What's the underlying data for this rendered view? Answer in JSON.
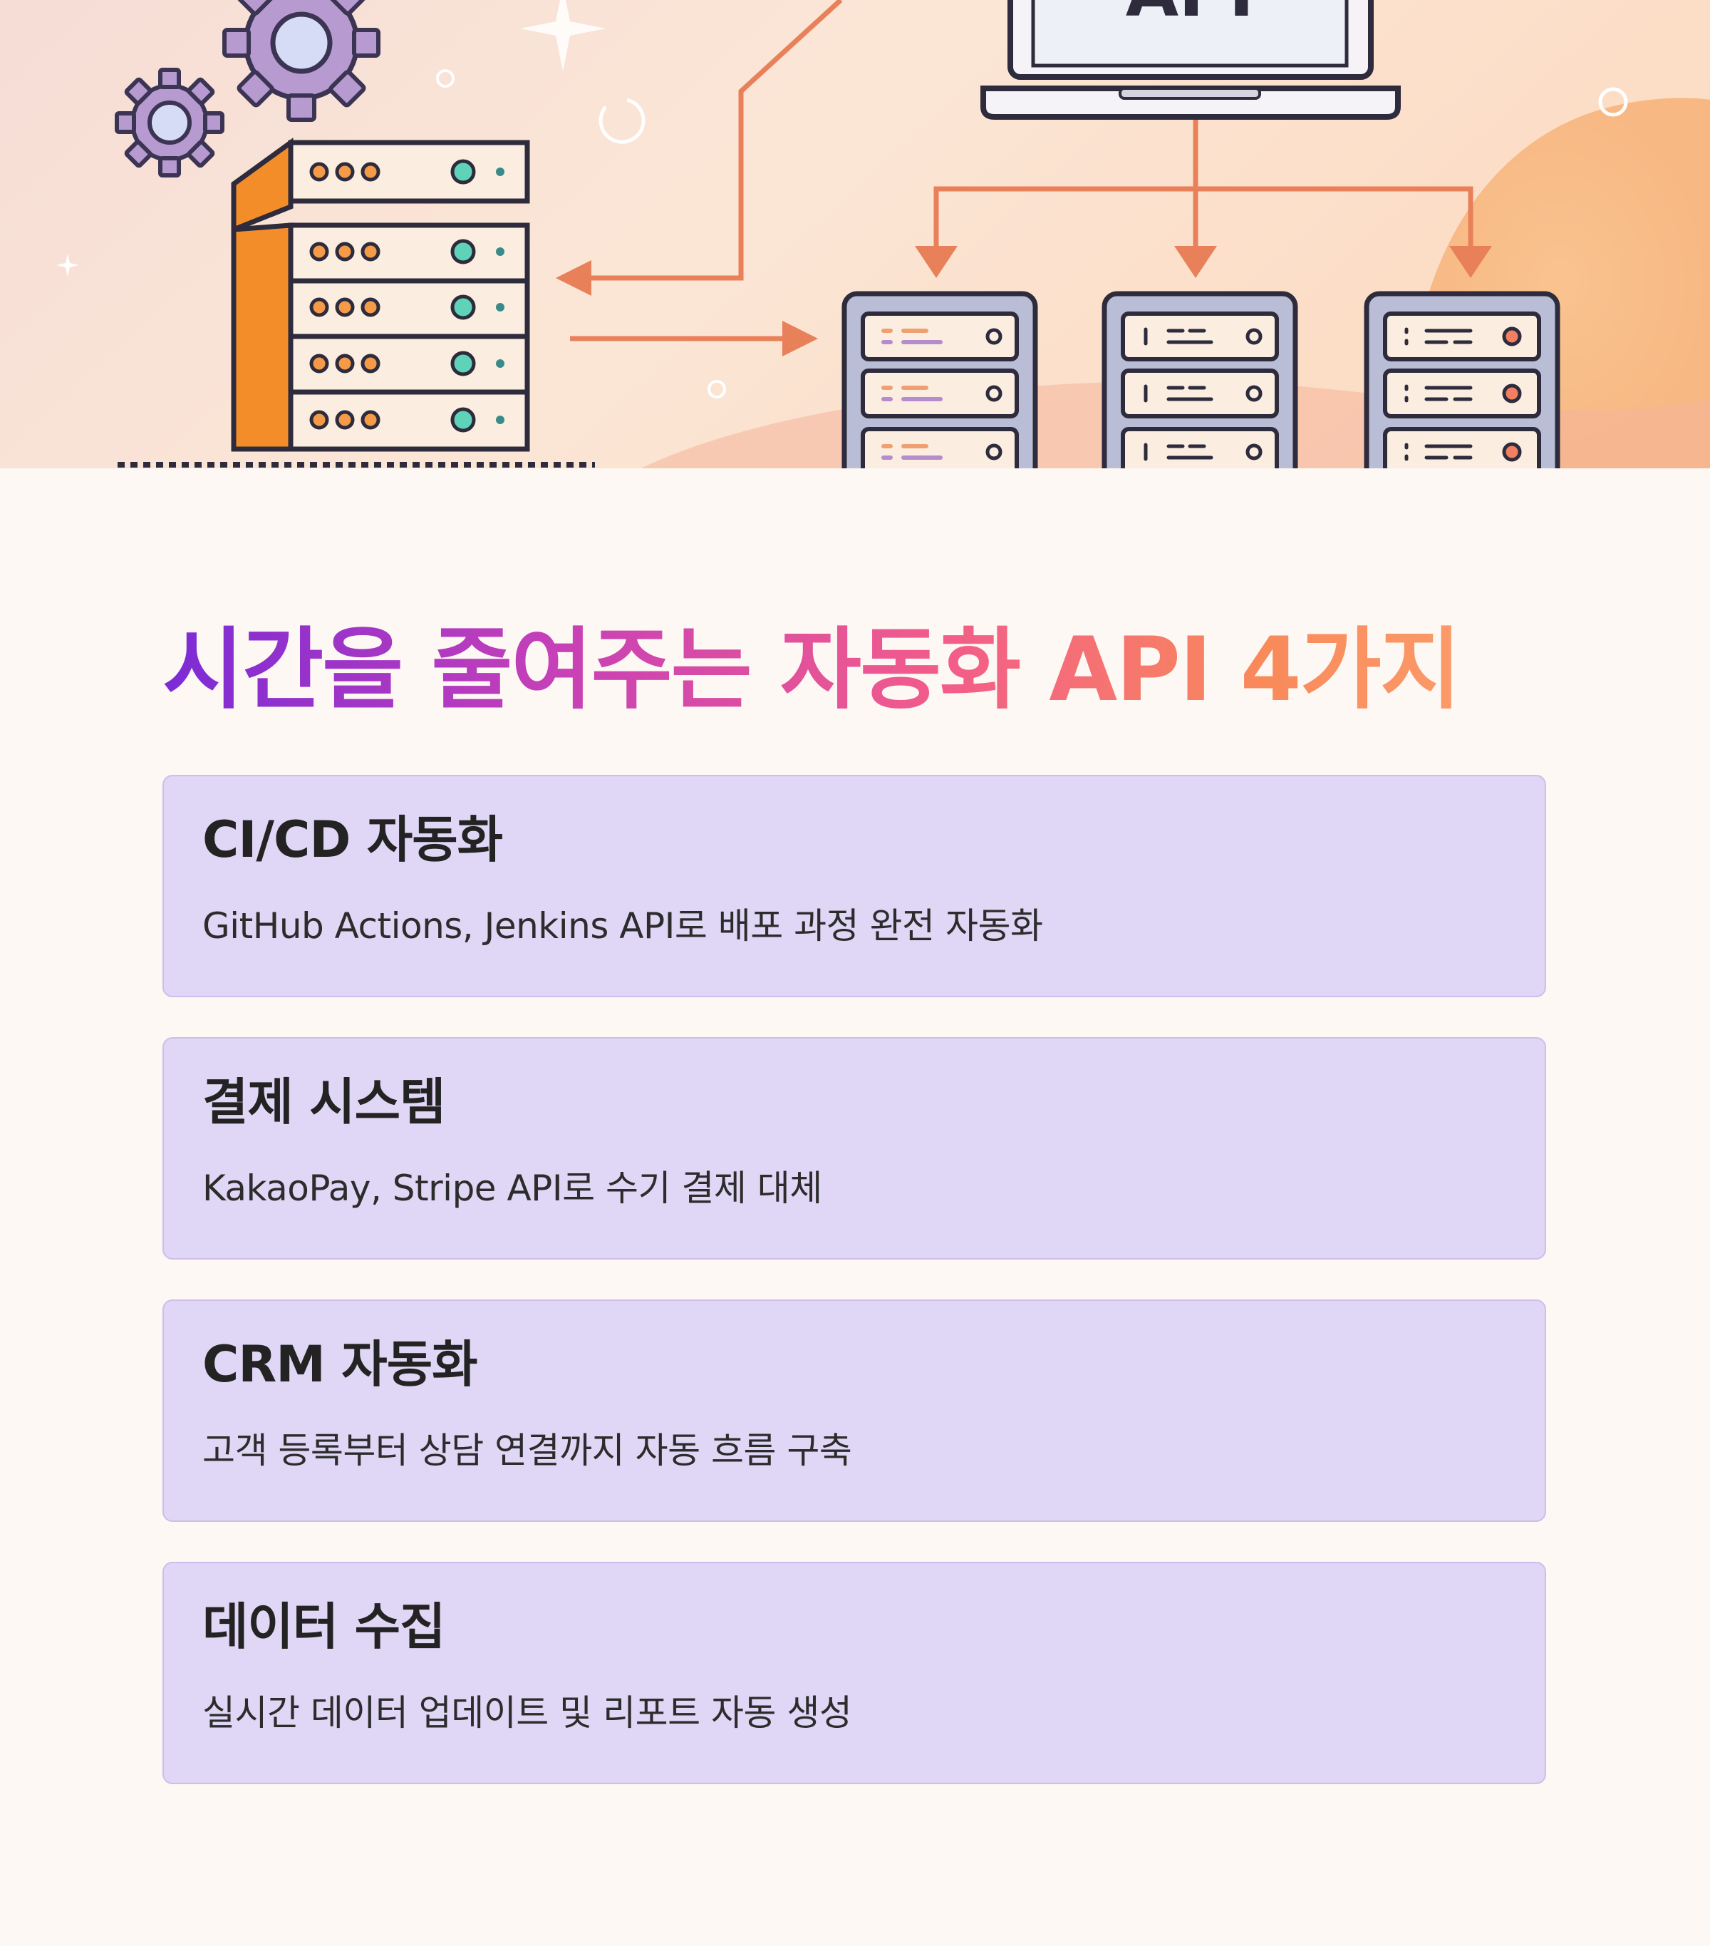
{
  "hero": {
    "api_label": "API"
  },
  "title": "시간을 줄여주는 자동화 API 4가지",
  "cards": [
    {
      "title": "CI/CD 자동화",
      "desc": "GitHub Actions, Jenkins API로 배포 과정 완전 자동화"
    },
    {
      "title": "결제 시스템",
      "desc": "KakaoPay, Stripe API로 수기 결제 대체"
    },
    {
      "title": "CRM 자동화",
      "desc": "고객 등록부터 상담 연결까지 자동 흐름 구축"
    },
    {
      "title": "데이터 수집",
      "desc": "실시간 데이터 업데이트 및 리포트 자동 생성"
    }
  ],
  "colors": {
    "background": "#fdf8f4",
    "card_fill": "#e0d6f5",
    "card_border": "#cdbfe9",
    "title_gradient_start": "#7b2bd6",
    "title_gradient_end": "#fb9a6a",
    "arrow": "#e8805a"
  },
  "icons": [
    "gear-icon",
    "server-rack-icon",
    "laptop-icon",
    "arrow-icon",
    "sparkle-icon"
  ]
}
